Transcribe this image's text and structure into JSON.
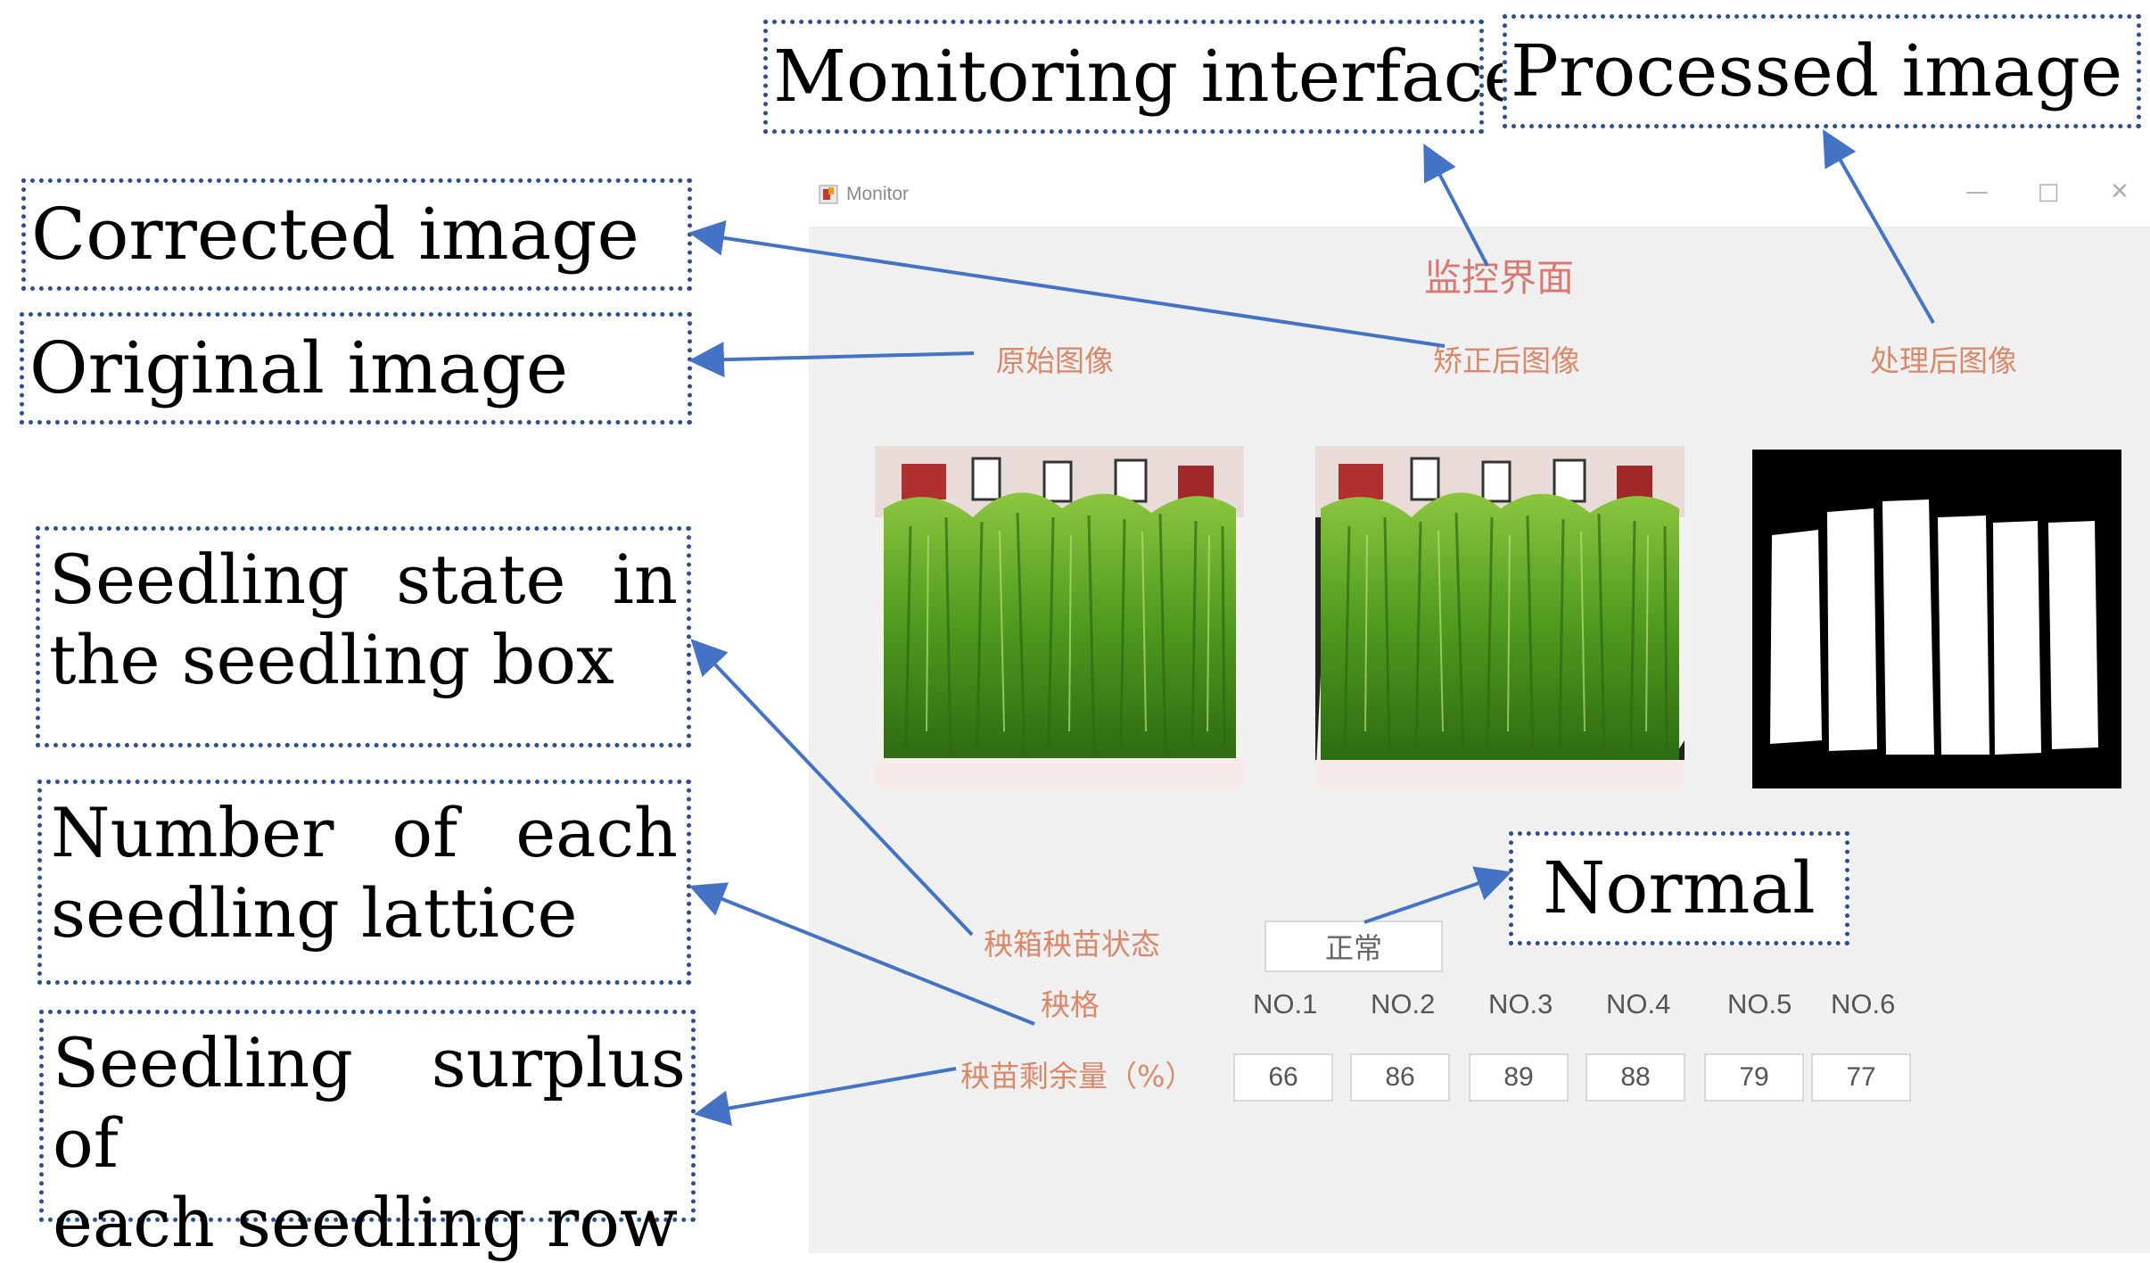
{
  "callouts": {
    "monitoring_interface": "Monitoring interface",
    "processed_image": "Processed image",
    "corrected_image": "Corrected image",
    "original_image": "Original image",
    "seedling_state": [
      "Seedling state in",
      "the seedling box"
    ],
    "lattice_number": [
      "Number of each",
      "seedling lattice"
    ],
    "seedling_surplus": [
      "Seedling surplus of",
      "each seedling row"
    ],
    "normal": "Normal"
  },
  "window": {
    "title": "Monitor",
    "app_icon": "monitor-app-icon",
    "min_icon": "minimize-icon",
    "max_icon": "maximize-icon",
    "close_icon": "close-icon",
    "main_title": "监控界面",
    "labels": {
      "original": "原始图像",
      "corrected": "矫正后图像",
      "processed": "处理后图像",
      "state": "秧箱秧苗状态",
      "lattice": "秧格",
      "surplus": "秧苗剩余量（%）"
    },
    "state_value": "正常",
    "lattice_numbers": [
      "NO.1",
      "NO.2",
      "NO.3",
      "NO.4",
      "NO.5",
      "NO.6"
    ],
    "surplus_values": [
      "66",
      "86",
      "89",
      "88",
      "79",
      "77"
    ]
  },
  "colors": {
    "callout_border": "#2e4f8f",
    "arrow": "#4472c4",
    "chinese_label": "#d9886a",
    "window_bg": "#f0f0f0"
  }
}
